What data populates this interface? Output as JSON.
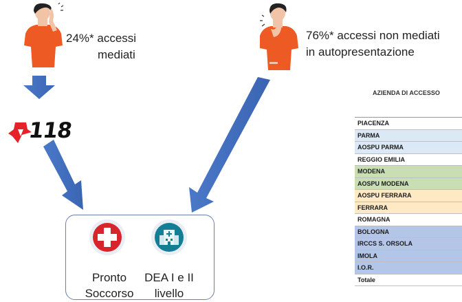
{
  "left_caption": {
    "line1": "24%* accessi",
    "line2": "mediati"
  },
  "right_caption": {
    "line1": "76%* accessi non mediati",
    "line2": "in autopresentazione"
  },
  "logo_118": {
    "text": "118",
    "color": "#e5222a"
  },
  "destination": {
    "pronto_soccorso": {
      "line1": "Pronto",
      "line2": "Soccorso"
    },
    "dea": {
      "line1": "DEA I e II",
      "line2": "livello"
    }
  },
  "table": {
    "header": "AZIENDA DI ACCESSO",
    "rows": [
      {
        "label": "PIACENZA",
        "color": "#ffffff"
      },
      {
        "label": "PARMA",
        "color": "#dbe8f5"
      },
      {
        "label": "AOSPU PARMA",
        "color": "#dbe8f5"
      },
      {
        "label": "REGGIO EMILIA",
        "color": "#ffffff"
      },
      {
        "label": "MODENA",
        "color": "#c9dfb3"
      },
      {
        "label": "AOSPU MODENA",
        "color": "#c9dfb3"
      },
      {
        "label": "AOSPU FERRARA",
        "color": "#fde9c4"
      },
      {
        "label": "FERRARA",
        "color": "#fde9c4"
      },
      {
        "label": "ROMAGNA",
        "color": "#ffffff"
      },
      {
        "label": "BOLOGNA",
        "color": "#b4c6e7"
      },
      {
        "label": "IRCCS S. ORSOLA",
        "color": "#b4c6e7"
      },
      {
        "label": "IMOLA",
        "color": "#b4c6e7"
      },
      {
        "label": "I.O.R.",
        "color": "#b4c6e7"
      },
      {
        "label": "Totale",
        "color": "#ffffff"
      }
    ]
  },
  "colors": {
    "arrow": "#4472c4",
    "shirt": "#ee5a24",
    "ps_red": "#d7262b",
    "dea_teal": "#137e94"
  }
}
